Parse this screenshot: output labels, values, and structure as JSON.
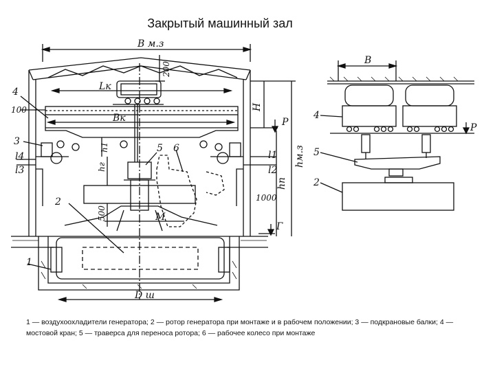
{
  "title": "Закрытый машинный зал",
  "labels": {
    "b_mz": "В м.з",
    "h200": "200",
    "lk": "Lк",
    "bk": "Вк",
    "h": "Н",
    "n4": "4",
    "n100": "100",
    "n3": "3",
    "l4": "l4",
    "l3": "l3",
    "h1": "h1",
    "hr": "hг",
    "n5": "5",
    "n6": "6",
    "p": "Р",
    "l1": "l1",
    "l2": "l2",
    "hmz": "hм.з",
    "hn": "hп",
    "n1000": "1000",
    "n2": "2",
    "n500": "500",
    "m": "М",
    "g": "Г",
    "n1": "1",
    "dsh": "D ш",
    "rb": "В",
    "r4": "4",
    "rp": "Р",
    "r5": "5",
    "r2": "2"
  },
  "caption": "1 — воздухоохладители генератора; 2 — ротор генератора при монтаже и в рабочем положении; 3 — подкрановые балки; 4 — мостовой кран; 5 — траверса для переноса ротора; 6 — рабочее колесо при монтаже"
}
